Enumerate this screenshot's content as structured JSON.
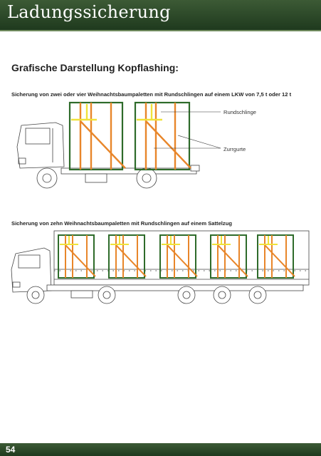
{
  "header": {
    "title": "Ladungssicherung"
  },
  "section": {
    "title": "Grafische Darstellung Kopflashing:"
  },
  "figure1": {
    "caption": "Sicherung von zwei oder vier Weihnachtsbaumpaletten mit Rundschlingen auf einem LKW von 7,5 t oder 12 t",
    "labels": {
      "rundschlinge": "Rundschlinge",
      "zurrgurte": "Zurrgurte"
    }
  },
  "figure2": {
    "caption": "Sicherung von zehn Weihnachtsbaumpaletten mit Rundschlingen auf einem Sattelzug"
  },
  "footer": {
    "page_number": "54"
  },
  "colors": {
    "header_green": "#2c4a28",
    "pallet_green": "#2e6b2a",
    "strap_orange": "#e8862a",
    "sling_yellow": "#f0e23a"
  }
}
